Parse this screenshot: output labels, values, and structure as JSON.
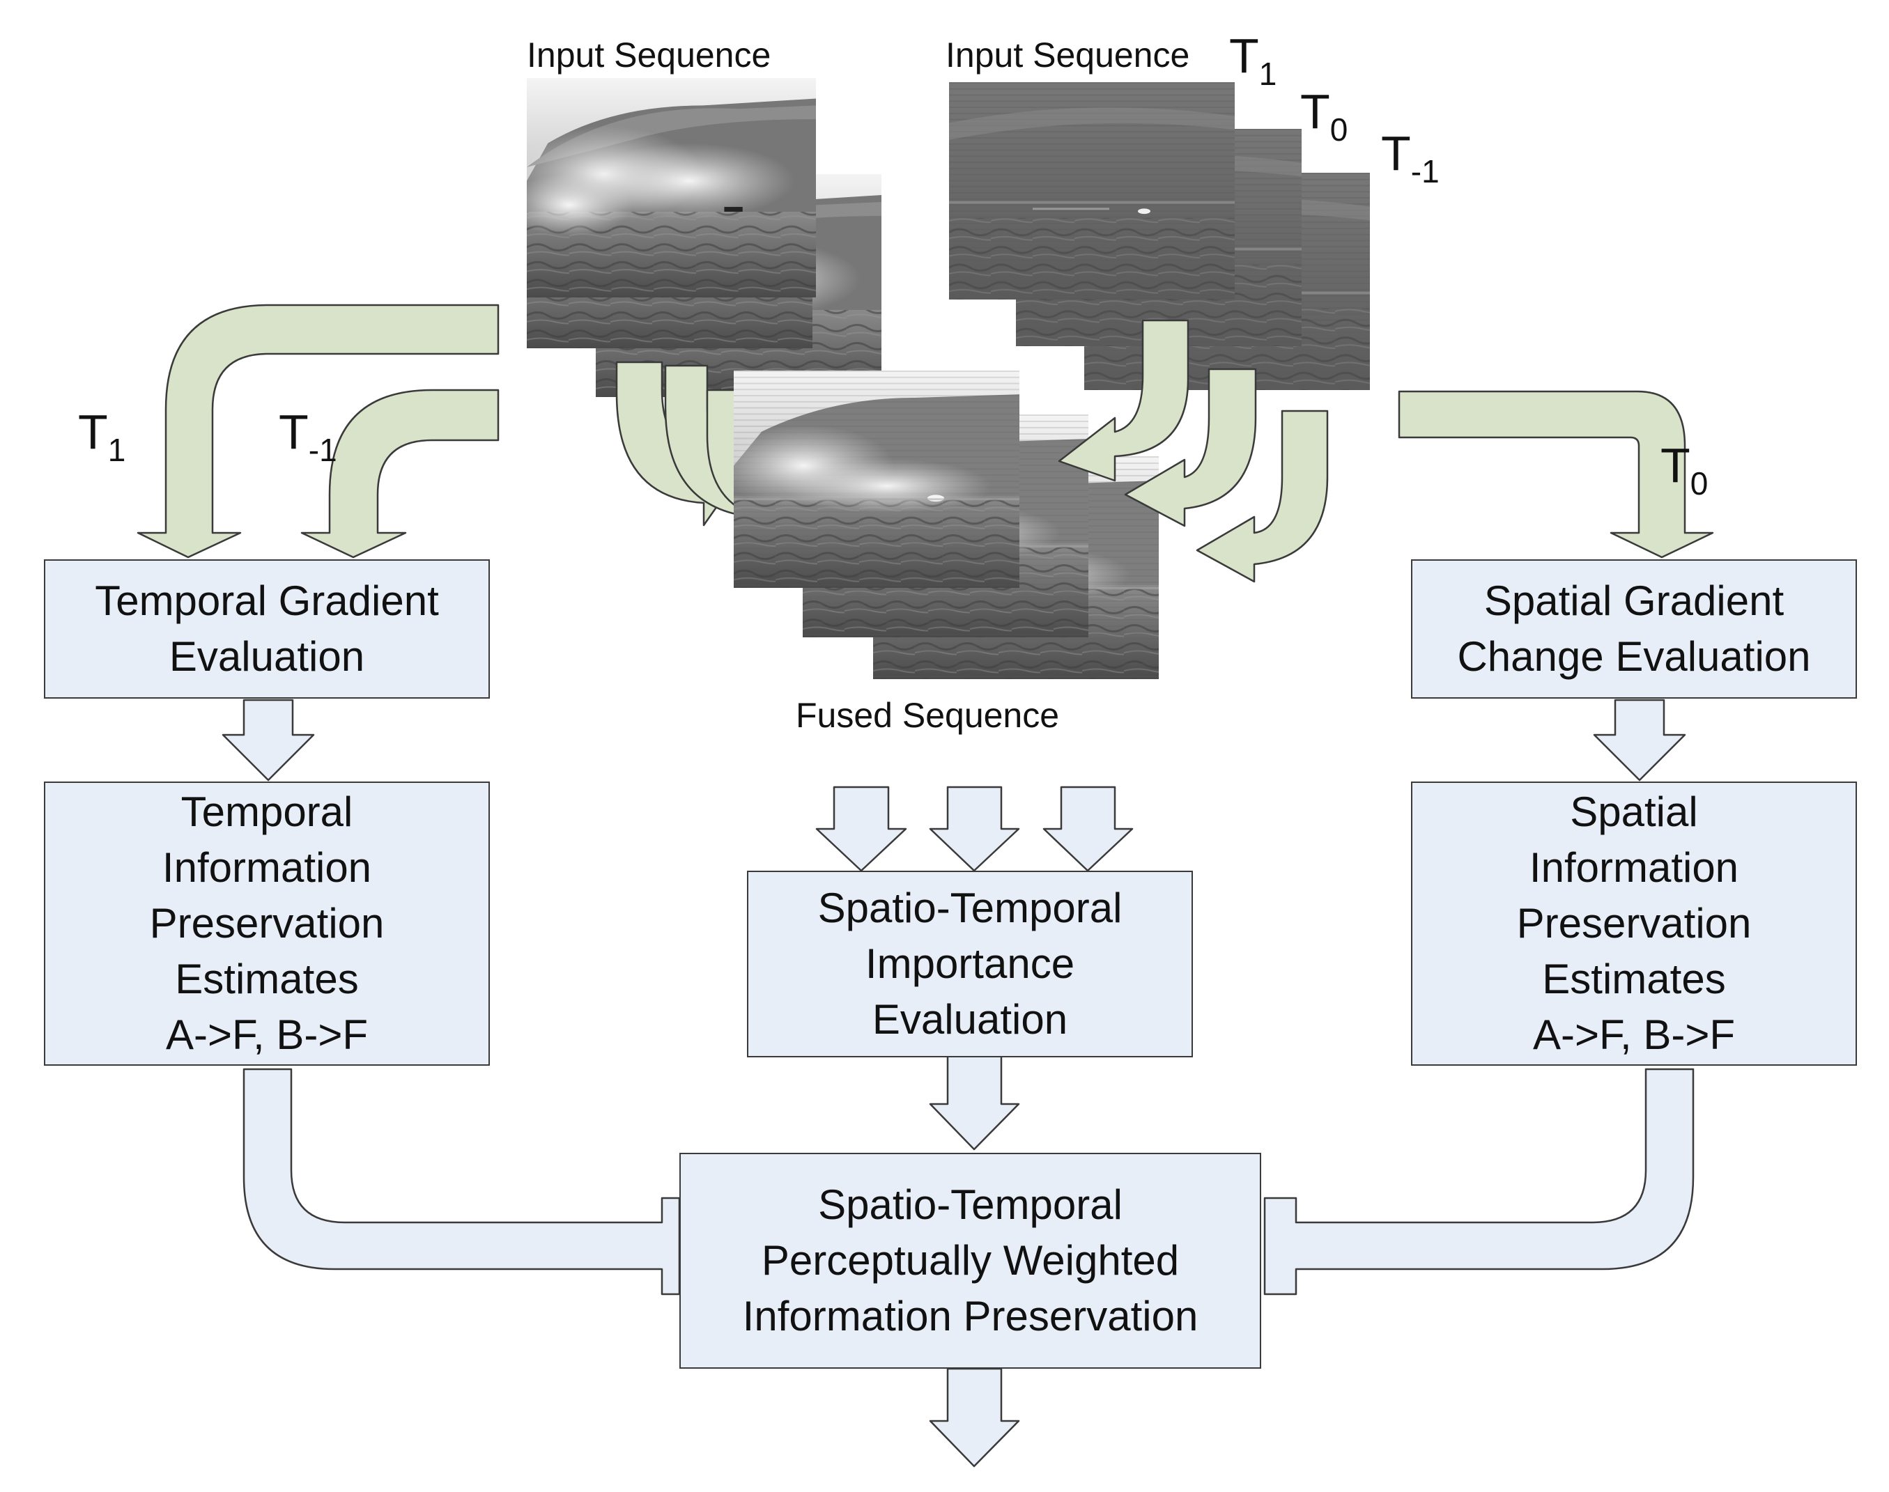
{
  "inputs": {
    "sequence_a_label": "Input Sequence",
    "sequence_b_label": "Input Sequence",
    "time_labels_b": [
      {
        "base": "T",
        "sub": "1"
      },
      {
        "base": "T",
        "sub": "0"
      },
      {
        "base": "T",
        "sub": "-1"
      }
    ]
  },
  "fused": {
    "label": "Fused Sequence"
  },
  "left_branch": {
    "arrow_labels": [
      {
        "base": "T",
        "sub": "1"
      },
      {
        "base": "T",
        "sub": "-1"
      }
    ],
    "gradient_box": [
      "Temporal Gradient",
      "Evaluation"
    ],
    "preservation_box": [
      "Temporal",
      "Information",
      "Preservation",
      "Estimates",
      "A->F, B->F"
    ]
  },
  "right_branch": {
    "arrow_label": {
      "base": "T",
      "sub": "0"
    },
    "gradient_box": [
      "Spatial Gradient",
      "Change Evaluation"
    ],
    "preservation_box": [
      "Spatial",
      "Information",
      "Preservation",
      "Estimates",
      "A->F, B->F"
    ]
  },
  "center": {
    "importance_box": [
      "Spatio-Temporal",
      "Importance",
      "Evaluation"
    ],
    "final_box": [
      "Spatio-Temporal",
      "Perceptually Weighted",
      "Information Preservation"
    ]
  },
  "colors": {
    "green_arrow": "#d9e3c9",
    "blue_arrow": "#e7eef8",
    "box_fill": "#e7eef8",
    "outline": "#3a3a3a"
  }
}
